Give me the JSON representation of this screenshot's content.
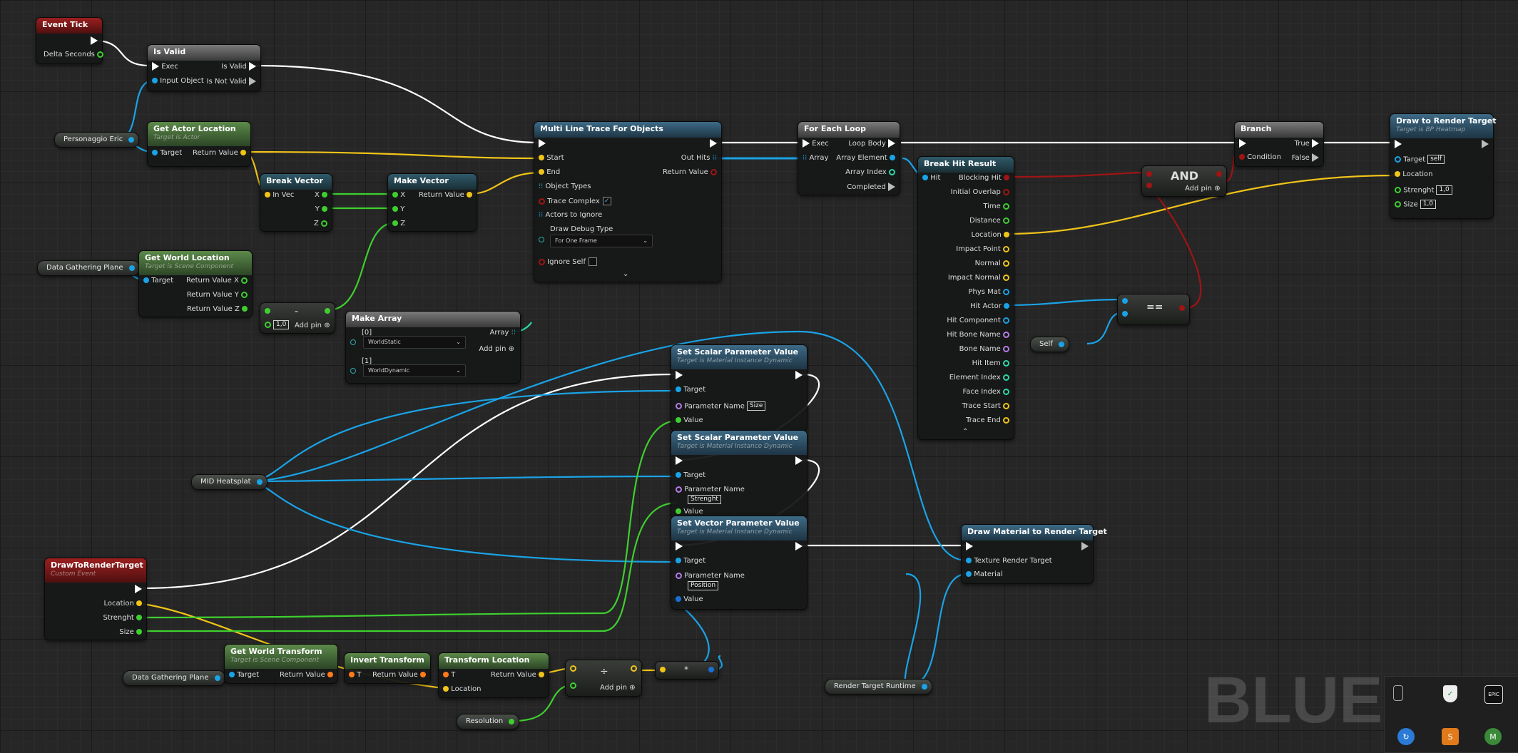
{
  "colors": {
    "exec": "#ffffff",
    "object": "#1aa3e6",
    "vector": "#f0c419",
    "float": "#3ecf2f",
    "bool": "#a01414",
    "struct": "#2a8eb0",
    "transform": "#ff7a1a",
    "name": "#b77be8",
    "int": "#2fd6a8"
  },
  "watermark": "BLUEP",
  "nodes": {
    "event_tick": {
      "title": "Event Tick",
      "delta": "Delta Seconds"
    },
    "is_valid": {
      "title": "Is Valid",
      "exec": "Exec",
      "is_valid": "Is Valid",
      "input": "Input Object",
      "not_valid": "Is Not Valid"
    },
    "get_actor_location": {
      "title": "Get Actor Location",
      "subtitle": "Target is Actor",
      "target": "Target",
      "ret": "Return Value"
    },
    "break_vector": {
      "title": "Break Vector",
      "in": "In Vec",
      "x": "X",
      "y": "Y",
      "z": "Z"
    },
    "make_vector": {
      "title": "Make Vector",
      "x": "X",
      "y": "Y",
      "z": "Z",
      "ret": "Return Value"
    },
    "get_world_location": {
      "title": "Get World Location",
      "subtitle": "Target is Scene Component",
      "target": "Target",
      "rx": "Return Value X",
      "ry": "Return Value Y",
      "rz": "Return Value Z"
    },
    "subtract": {
      "symbol": "-",
      "value": "1,0",
      "add": "Add pin"
    },
    "make_array": {
      "title": "Make Array",
      "i0": "[0]",
      "v0": "WorldStatic",
      "i1": "[1]",
      "v1": "WorldDynamic",
      "array": "Array",
      "add": "Add pin"
    },
    "multi_line_trace": {
      "title": "Multi Line Trace For Objects",
      "start": "Start",
      "end": "End",
      "object_types": "Object Types",
      "trace_complex": "Trace Complex",
      "actors_ignore": "Actors to Ignore",
      "draw_debug": "Draw Debug Type",
      "draw_debug_value": "For One Frame",
      "ignore_self": "Ignore Self",
      "out_hits": "Out Hits",
      "ret": "Return Value"
    },
    "for_each": {
      "title": "For Each Loop",
      "exec": "Exec",
      "array": "Array",
      "loop_body": "Loop Body",
      "elem": "Array Element",
      "index": "Array Index",
      "completed": "Completed"
    },
    "break_hit": {
      "title": "Break Hit Result",
      "hit": "Hit",
      "pins": [
        "Blocking Hit",
        "Initial Overlap",
        "Time",
        "Distance",
        "Location",
        "Impact Point",
        "Normal",
        "Impact Normal",
        "Phys Mat",
        "Hit Actor",
        "Hit Component",
        "Hit Bone Name",
        "Bone Name",
        "Hit Item",
        "Element Index",
        "Face Index",
        "Trace Start",
        "Trace End"
      ]
    },
    "and": {
      "title": "AND",
      "add": "Add pin"
    },
    "equal": {
      "title": "=="
    },
    "branch": {
      "title": "Branch",
      "condition": "Condition",
      "true": "True",
      "false": "False"
    },
    "draw_rt": {
      "title": "Draw to Render Target",
      "subtitle": "Target is BP Heatmap",
      "target": "Target",
      "target_val": "self",
      "location": "Location",
      "strenght": "Strenght",
      "strenght_val": "1,0",
      "size": "Size",
      "size_val": "1,0"
    },
    "set_scalar_1": {
      "title": "Set Scalar Parameter Value",
      "subtitle": "Target is Material Instance Dynamic",
      "target": "Target",
      "pname": "Parameter Name",
      "pname_val": "Size",
      "value": "Value"
    },
    "set_scalar_2": {
      "title": "Set Scalar Parameter Value",
      "subtitle": "Target is Material Instance Dynamic",
      "target": "Target",
      "pname": "Parameter Name",
      "pname_val": "Strenght",
      "value": "Value"
    },
    "set_vector": {
      "title": "Set Vector Parameter Value",
      "subtitle": "Target is Material Instance Dynamic",
      "target": "Target",
      "pname": "Parameter Name",
      "pname_val": "Position",
      "value": "Value"
    },
    "draw_material": {
      "title": "Draw Material to Render Target",
      "trt": "Texture Render Target",
      "material": "Material"
    },
    "custom_event": {
      "title": "DrawToRenderTarget",
      "subtitle": "Custom Event",
      "location": "Location",
      "strenght": "Strenght",
      "size": "Size"
    },
    "get_world_transform": {
      "title": "Get World Transform",
      "subtitle": "Target is Scene Component",
      "target": "Target",
      "ret": "Return Value"
    },
    "invert_transform": {
      "title": "Invert Transform",
      "t": "T",
      "ret": "Return Value"
    },
    "transform_location": {
      "title": "Transform Location",
      "t": "T",
      "location": "Location",
      "ret": "Return Value"
    },
    "divide": {
      "symbol": "÷",
      "add": "Add pin"
    },
    "multiply": {
      "symbol": "*"
    }
  },
  "variables": {
    "personaggio": "Personaggio Eric",
    "dgp1": "Data Gathering Plane",
    "mid": "MID Heatsplat",
    "self": "Self",
    "dgp2": "Data Gathering Plane",
    "resolution": "Resolution",
    "rtr": "Render Target Runtime"
  },
  "tray": [
    "usb-icon",
    "shield-icon",
    "epic-games-icon",
    "refresh-icon",
    "sublime-icon",
    "m-app-icon"
  ]
}
